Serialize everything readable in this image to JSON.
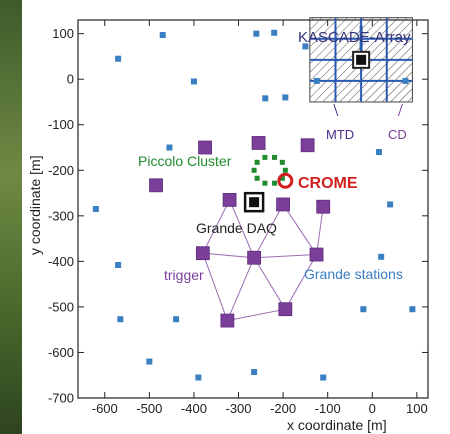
{
  "axes": {
    "xlabel": "x coordinate [m]",
    "ylabel": "y coordinate [m]",
    "xlim": [
      -660,
      125
    ],
    "ylim": [
      -700,
      130
    ],
    "xticks": [
      -600,
      -500,
      -400,
      -300,
      -200,
      -100,
      0,
      100
    ],
    "yticks": [
      100,
      0,
      -100,
      -200,
      -300,
      -400,
      -500,
      -600,
      -700
    ]
  },
  "labels": {
    "kascade": "KASCADE-Array",
    "mtd": "MTD",
    "cd": "CD",
    "piccolo": "Piccolo Cluster",
    "crome": "CROME",
    "daq": "Grande DAQ",
    "trigger": "trigger",
    "stations": "Grande stations"
  },
  "colors": {
    "station": "#3a7fc1",
    "trigger": "#7b3f9a",
    "piccolo": "#1f8a2e",
    "crome": "#d11f1f",
    "kascade_text": "#33337a",
    "axis": "#222222"
  },
  "grande_stations": [
    [
      -470,
      97
    ],
    [
      -260,
      100
    ],
    [
      -570,
      45
    ],
    [
      -400,
      -5
    ],
    [
      -240,
      -42
    ],
    [
      -220,
      102
    ],
    [
      -570,
      -408
    ],
    [
      -620,
      -285
    ],
    [
      -455,
      -150
    ],
    [
      -565,
      -527
    ],
    [
      -500,
      -620
    ],
    [
      -440,
      -527
    ],
    [
      -390,
      -655
    ],
    [
      -265,
      -643
    ],
    [
      -110,
      -655
    ],
    [
      -20,
      -505
    ],
    [
      90,
      -505
    ],
    [
      20,
      -390
    ],
    [
      40,
      -275
    ],
    [
      15,
      -160
    ],
    [
      -150,
      72
    ],
    [
      -195,
      -40
    ]
  ],
  "trigger_stations": [
    [
      -375,
      -150
    ],
    [
      -255,
      -140
    ],
    [
      -145,
      -145
    ],
    [
      -485,
      -233
    ],
    [
      -320,
      -265
    ],
    [
      -200,
      -275
    ],
    [
      -110,
      -280
    ],
    [
      -380,
      -382
    ],
    [
      -265,
      -392
    ],
    [
      -125,
      -385
    ],
    [
      -325,
      -530
    ],
    [
      -195,
      -505
    ]
  ],
  "trigger_links": [
    [
      7,
      8
    ],
    [
      8,
      9
    ],
    [
      7,
      10
    ],
    [
      8,
      10
    ],
    [
      8,
      11
    ],
    [
      9,
      11
    ],
    [
      10,
      11
    ],
    [
      4,
      7
    ],
    [
      4,
      8
    ],
    [
      5,
      8
    ],
    [
      5,
      9
    ],
    [
      6,
      9
    ]
  ],
  "piccolo_center": [
    -230,
    -200
  ],
  "piccolo_radius": 35,
  "crome_position": [
    -195,
    -223
  ],
  "daq_position": [
    -265,
    -270
  ],
  "kascade_box": {
    "x": [
      -140,
      90
    ],
    "y": [
      -50,
      135
    ]
  }
}
